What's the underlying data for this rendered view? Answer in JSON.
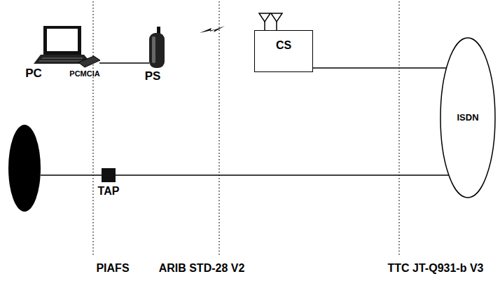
{
  "diagram": {
    "nodes": [
      {
        "text": [
          "CS"
        ]
      },
      {
        "text": [
          "ISDN"
        ]
      },
      {
        "text": [
          "TAP"
        ]
      }
    ],
    "edges": [
      {
        "from": 0,
        "to": 1,
        "arrow": "none"
      },
      {
        "from": 2,
        "to": 1,
        "arrow": "none"
      }
    ],
    "labels": [
      "PC",
      "PCMCIA",
      "PS",
      "PIAFS",
      "ARIB STD-28 V2",
      "TTC JT-Q931-b V3"
    ]
  }
}
